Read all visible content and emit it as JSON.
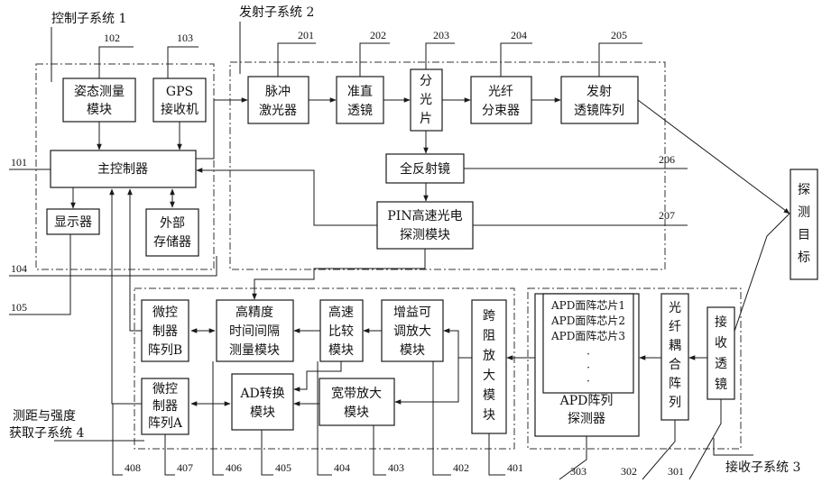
{
  "subsystems": {
    "control": "控制子系统 1",
    "transmit": "发射子系统 2",
    "receive": "接收子系统 3",
    "ranging_l1": "测距与强度",
    "ranging_l2": "获取子系统 4"
  },
  "boxes": {
    "attitude": [
      "姿态测量",
      "模块"
    ],
    "gps": [
      "GPS",
      "接收机"
    ],
    "main_ctrl": "主控制器",
    "display": "显示器",
    "ext_storage": [
      "外部",
      "存储器"
    ],
    "pulse_laser": [
      "脉冲",
      "激光器"
    ],
    "collimator": [
      "准直",
      "透镜"
    ],
    "splitter": [
      "分",
      "光",
      "片"
    ],
    "fiber_splitter": [
      "光纤",
      "分束器"
    ],
    "tx_lens_array": [
      "发射",
      "透镜阵列"
    ],
    "mirror": "全反射镜",
    "pin": [
      "PIN高速光电",
      "探测模块"
    ],
    "target": [
      "探",
      "测",
      "目",
      "标"
    ],
    "mcu_b": [
      "微控",
      "制器",
      "阵列B"
    ],
    "tdc": [
      "高精度",
      "时间间隔",
      "测量模块"
    ],
    "comparator": [
      "高速",
      "比较",
      "模块"
    ],
    "vga": [
      "增益可",
      "调放大",
      "模块"
    ],
    "tia": [
      "跨",
      "阻",
      "放",
      "大",
      "模",
      "块"
    ],
    "apd_chips": [
      "APD面阵芯片1",
      "APD面阵芯片2",
      "APD面阵芯片3",
      "·",
      "·",
      "·"
    ],
    "apd_array": [
      "APD阵列",
      "探测器"
    ],
    "fiber_coupler": [
      "光",
      "纤",
      "耦",
      "合",
      "阵",
      "列"
    ],
    "rx_lens": [
      "接",
      "收",
      "透",
      "镜"
    ],
    "mcu_a": [
      "微控",
      "制器",
      "阵列A"
    ],
    "adc": [
      "AD转换",
      "模块"
    ],
    "wideband": [
      "宽带放大",
      "模块"
    ]
  },
  "refs": {
    "r101": "101",
    "r102": "102",
    "r103": "103",
    "r104": "104",
    "r105": "105",
    "r201": "201",
    "r202": "202",
    "r203": "203",
    "r204": "204",
    "r205": "205",
    "r206": "206",
    "r207": "207",
    "r301": "301",
    "r302": "302",
    "r303": "303",
    "r401": "401",
    "r402": "402",
    "r403": "403",
    "r404": "404",
    "r405": "405",
    "r406": "406",
    "r407": "407",
    "r408": "408"
  }
}
